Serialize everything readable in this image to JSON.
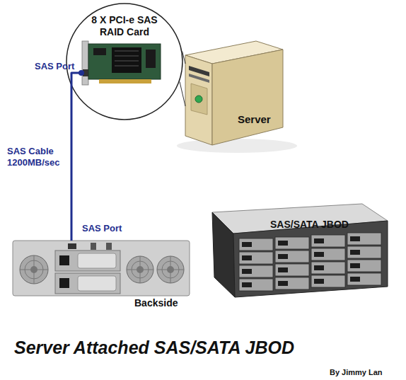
{
  "diagram": {
    "title": "Server Attached SAS/SATA JBOD",
    "nodes": [
      {
        "text": [
          "8 X PCI-e SAS RAID Card"
        ]
      },
      {
        "text": [
          "SAS Port"
        ],
        "in": 0
      },
      {
        "text": [
          "Server"
        ]
      },
      {
        "text": [
          "SAS Port",
          "Backside"
        ]
      },
      {
        "text": [
          "SAS/SATA JBOD"
        ]
      }
    ],
    "edges": [
      {
        "from": 1,
        "to": 3,
        "arrow": "none",
        "label": "SAS Cable 1200MB/sec"
      },
      {
        "from": 0,
        "to": 2,
        "arrow": "none"
      },
      {
        "from": 0,
        "to": 2,
        "arrow": "none"
      }
    ],
    "labels": [
      "By Jimmy Lan"
    ]
  }
}
